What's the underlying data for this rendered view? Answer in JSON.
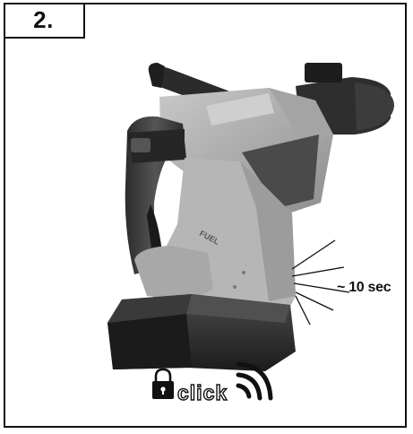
{
  "step": {
    "number_label": "2."
  },
  "callout": {
    "duration_label": "~ 10 sec"
  },
  "indicator": {
    "lock_icon": "lock-icon",
    "click_word": "click",
    "signal_icon": "wireless-signal-icon"
  },
  "colors": {
    "frame": "#111111",
    "tool_body_light": "#b4b4b4",
    "tool_body_mid": "#8c8c8c",
    "tool_body_dark": "#3a3a3a",
    "battery": "#2a2a2a"
  }
}
